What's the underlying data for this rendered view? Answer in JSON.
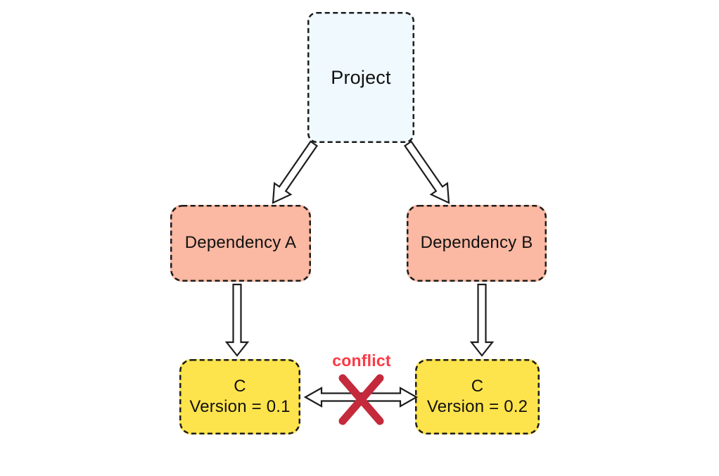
{
  "diagram": {
    "kind": "dependency-conflict-graph",
    "background": "#ffffff",
    "nodes": {
      "project": {
        "label": "Project",
        "fill": "#f0f9fd"
      },
      "dependency_a": {
        "label": "Dependency A",
        "fill": "#fbb8a2"
      },
      "dependency_b": {
        "label": "Dependency B",
        "fill": "#fbb8a2"
      },
      "c_v01": {
        "name": "C",
        "version_label": "Version = 0.1",
        "fill": "#fee44c"
      },
      "c_v02": {
        "name": "C",
        "version_label": "Version = 0.2",
        "fill": "#fee44c"
      }
    },
    "conflict": {
      "label": "conflict",
      "label_color": "#fc3944",
      "cross_color": "#c42a3b"
    },
    "edges": [
      {
        "from": "Project",
        "to": "Dependency A",
        "style": "hollow-arrow"
      },
      {
        "from": "Project",
        "to": "Dependency B",
        "style": "hollow-arrow"
      },
      {
        "from": "Dependency A",
        "to": "C Version = 0.1",
        "style": "hollow-arrow"
      },
      {
        "from": "Dependency B",
        "to": "C Version = 0.2",
        "style": "hollow-arrow"
      },
      {
        "from": "C Version = 0.1",
        "to": "C Version = 0.2",
        "style": "hollow-double-arrow",
        "annotation": "conflict",
        "crossed_out": true
      }
    ]
  }
}
